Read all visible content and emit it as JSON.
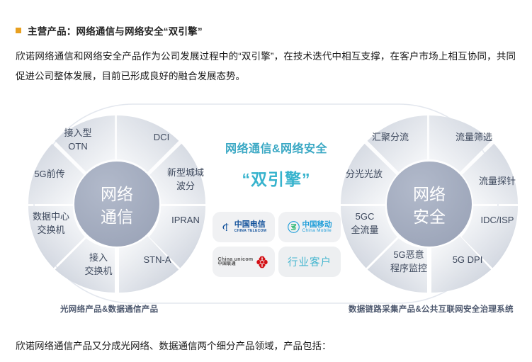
{
  "header": {
    "bullet_color": "#e8a020",
    "headline": "主营产品：网络通信与网络安全“双引擎”"
  },
  "paragraph": "欣诺网络通信和网络安全产品作为公司发展过程中的“双引擎”，在技术迭代中相互支撑，在客户市场上相互协同，共同促进公司整体发展，目前已形成良好的融合发展态势。",
  "footer_paragraph": "欣诺网络通信产品又分成光网络、数据通信两个细分产品领域，产品包括：",
  "center": {
    "title": "网络通信&网络安全",
    "subtitle": "“双引擎”",
    "title_color": "#3aa8c4",
    "logos": [
      {
        "name": "china-telecom",
        "cn": "中国电信",
        "en": "CHINA TELECOM"
      },
      {
        "name": "china-mobile",
        "cn": "中国移动",
        "en": "China Mobile"
      },
      {
        "name": "china-unicom",
        "cn": "中国联通",
        "en": "China unicom"
      },
      {
        "name": "industry-customer",
        "label": "行业客户"
      }
    ]
  },
  "left_wheel": {
    "hub": [
      "网络",
      "通信"
    ],
    "caption": "光网络产品&数据通信产品",
    "segments": [
      {
        "label": "DCI"
      },
      {
        "label": "新型城域\n波分",
        "lines": [
          "新型城域",
          "波分"
        ]
      },
      {
        "label": "IPRAN"
      },
      {
        "label": "STN-A"
      },
      {
        "label": "接入\n交换机",
        "lines": [
          "接入",
          "交换机"
        ]
      },
      {
        "label": "数据中心\n交换机",
        "lines": [
          "数据中心",
          "交换机"
        ]
      },
      {
        "label": "5G前传"
      },
      {
        "label": "接入型\nOTN",
        "lines": [
          "接入型",
          "OTN"
        ]
      }
    ]
  },
  "right_wheel": {
    "hub": [
      "网络",
      "安全"
    ],
    "caption": "数据链路采集产品&公共互联网安全治理系统",
    "segments": [
      {
        "label": "流量筛选"
      },
      {
        "label": "流量探针"
      },
      {
        "label": "IDC/ISP"
      },
      {
        "label": "5G DPI"
      },
      {
        "label": "5G恶意\n程序监控",
        "lines": [
          "5G恶意",
          "程序监控"
        ]
      },
      {
        "label": "5GC\n全流量",
        "lines": [
          "5GC",
          "全流量"
        ]
      },
      {
        "label": "分光光放"
      },
      {
        "label": "汇聚分流"
      }
    ]
  },
  "colors": {
    "hub_fill": "#a5aec0",
    "hub_text": "#ffffff",
    "segment_light": "#fcfdfe",
    "segment_dark": "#c6ccd8",
    "segment_text": "#3f4a5e",
    "outline": "#dfe3ea",
    "caption_text": "#4d586e"
  }
}
